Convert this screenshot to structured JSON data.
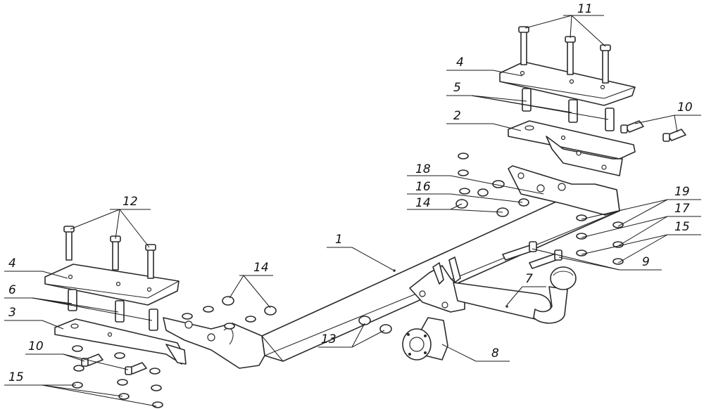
{
  "diagram": {
    "callouts": [
      {
        "id": "c1",
        "label": "1"
      },
      {
        "id": "c2",
        "label": "2"
      },
      {
        "id": "c3",
        "label": "3"
      },
      {
        "id": "c4a",
        "label": "4"
      },
      {
        "id": "c4b",
        "label": "4"
      },
      {
        "id": "c5",
        "label": "5"
      },
      {
        "id": "c6",
        "label": "6"
      },
      {
        "id": "c7",
        "label": "7"
      },
      {
        "id": "c8",
        "label": "8"
      },
      {
        "id": "c9",
        "label": "9"
      },
      {
        "id": "c10a",
        "label": "10"
      },
      {
        "id": "c10b",
        "label": "10"
      },
      {
        "id": "c11",
        "label": "11"
      },
      {
        "id": "c12",
        "label": "12"
      },
      {
        "id": "c13",
        "label": "13"
      },
      {
        "id": "c14a",
        "label": "14"
      },
      {
        "id": "c14b",
        "label": "14"
      },
      {
        "id": "c15a",
        "label": "15"
      },
      {
        "id": "c15b",
        "label": "15"
      },
      {
        "id": "c16",
        "label": "16"
      },
      {
        "id": "c17",
        "label": "17"
      },
      {
        "id": "c18",
        "label": "18"
      },
      {
        "id": "c19",
        "label": "19"
      }
    ]
  },
  "colors": {
    "line": "#2a2a2a",
    "background": "#ffffff"
  }
}
